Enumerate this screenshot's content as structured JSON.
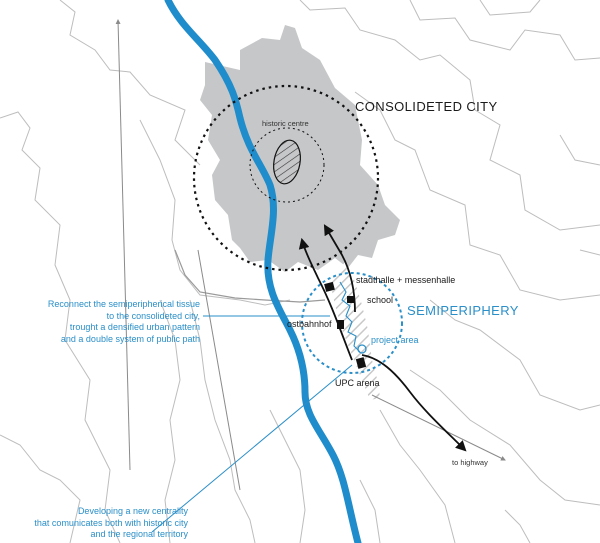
{
  "labels": {
    "consolidated_city": "CONSOLIDETED CITY",
    "historic_centre": "historic centre",
    "semiperiphery": "SEMIPERIPHERY",
    "stadthalle": "stadthalle + messenhalle",
    "school": "school",
    "ostbahnhof": "ostbahnhof",
    "project_area": "project area",
    "upc_arena": "UPC arena",
    "to_highway": "to highway"
  },
  "notes": {
    "reconnect": [
      "Reconnect the semiperipherical tissue",
      "to the consolideted city,",
      "trought a densified urban pattern",
      "and a double system of public path"
    ],
    "centrality": [
      "Developing a new centrality",
      "that comunicates both with historic city",
      "and the regional territory"
    ]
  },
  "colors": {
    "river": "#1f8ccb",
    "city": "#c6c7c9",
    "accent": "#2a8fc9",
    "ink": "#111111",
    "outline": "#b5b5b5"
  }
}
